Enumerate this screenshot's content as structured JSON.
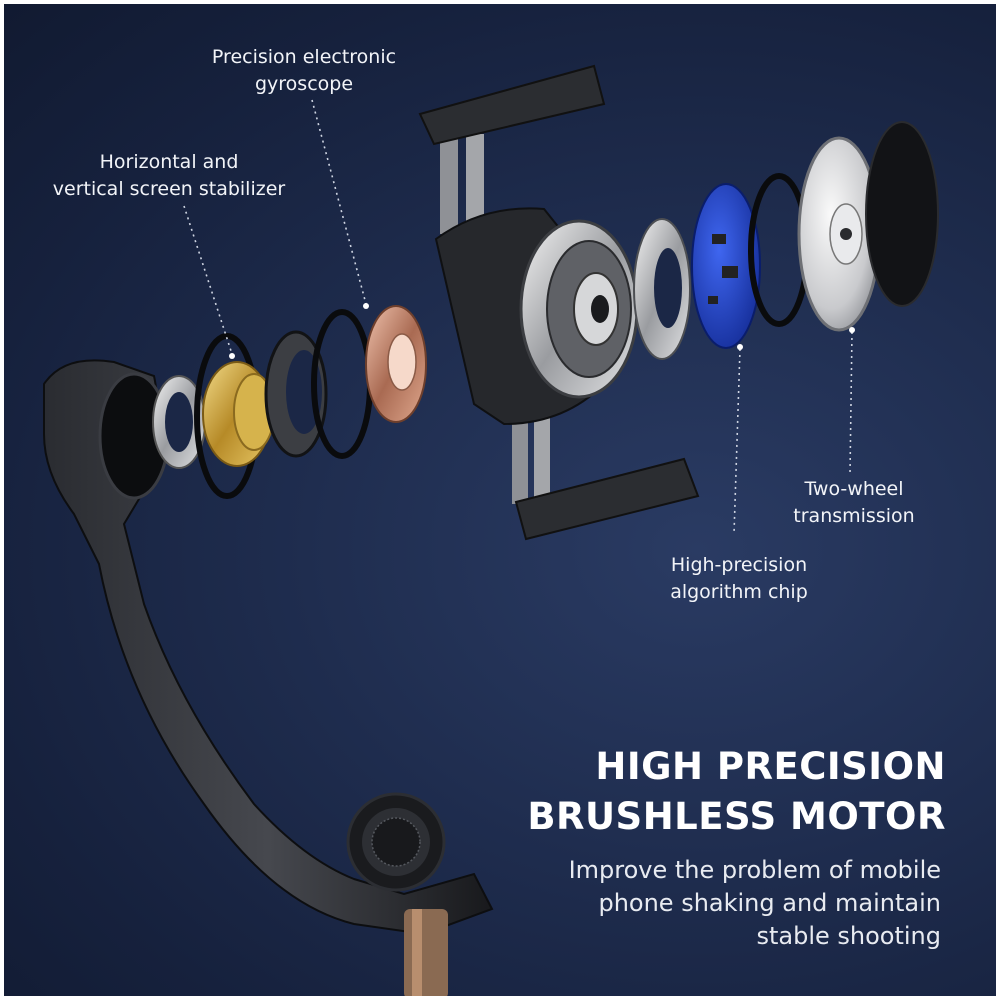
{
  "callouts": {
    "gyroscope": [
      "Precision electronic",
      "gyroscope"
    ],
    "stabilizer": [
      "Horizontal and",
      "vertical screen stabilizer"
    ],
    "transmission": [
      "Two-wheel",
      "transmission"
    ],
    "chip": [
      "High-precision",
      "algorithm chip"
    ]
  },
  "headline": [
    "HIGH PRECISION",
    "BRUSHLESS MOTOR"
  ],
  "description": [
    "Improve the problem of mobile",
    "phone shaking and maintain",
    "stable shooting"
  ],
  "colors": {
    "background": "#1b2746",
    "text": "#ffffff",
    "gold_ring": "#d8b44a",
    "copper_ring": "#c98b72",
    "chip_board": "#1e3fc8"
  }
}
